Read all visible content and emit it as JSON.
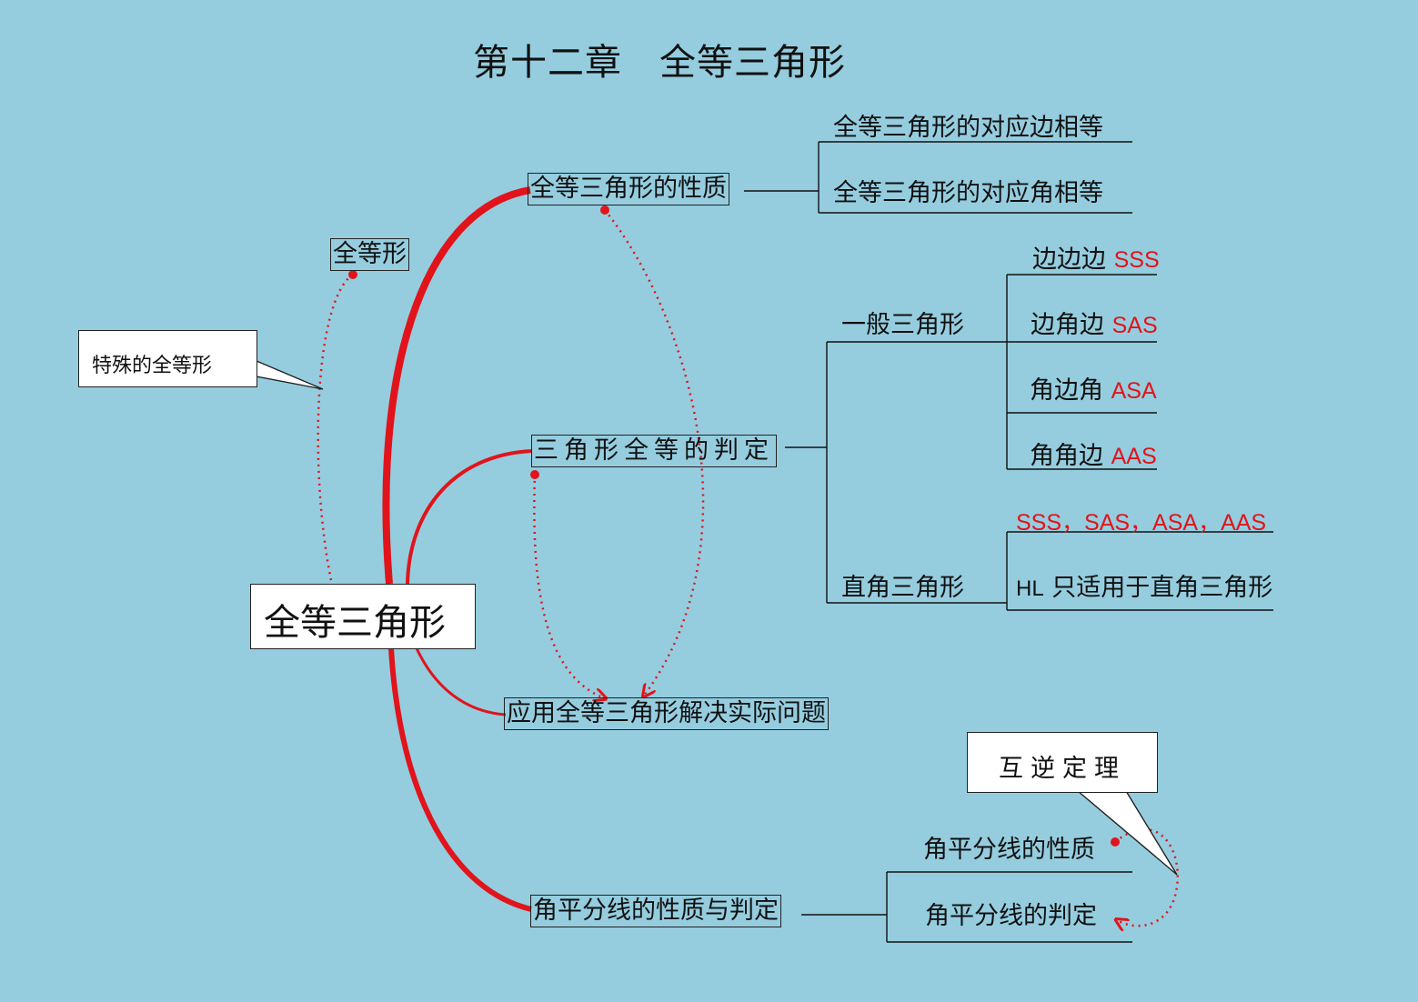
{
  "title": "第十二章　全等三角形",
  "center": "全等三角形",
  "congruent_figure": "全等形",
  "special_callout": "特殊的全等形",
  "properties": {
    "label": "全等三角形的性质",
    "items": [
      "全等三角形的对应边相等",
      "全等三角形的对应角相等"
    ]
  },
  "judgment": {
    "label": "三角形全等的判定",
    "general": {
      "label": "一般三角形",
      "items": [
        {
          "text": "边边边",
          "code": "SSS"
        },
        {
          "text": "边角边",
          "code": "SAS"
        },
        {
          "text": "角边角",
          "code": "ASA"
        },
        {
          "text": "角角边",
          "code": "AAS"
        }
      ]
    },
    "right": {
      "label": "直角三角形",
      "codes": "SSS，SAS，ASA，AAS",
      "hl": "HL",
      "hl_text": "只适用于直角三角形"
    }
  },
  "application": "应用全等三角形解决实际问题",
  "bisector": {
    "label": "角平分线的性质与判定",
    "items": [
      "角平分线的性质",
      "角平分线的判定"
    ],
    "callout": "互逆定理"
  },
  "colors": {
    "background": "#95cddf",
    "accent": "#e1141b",
    "line": "#111111"
  }
}
